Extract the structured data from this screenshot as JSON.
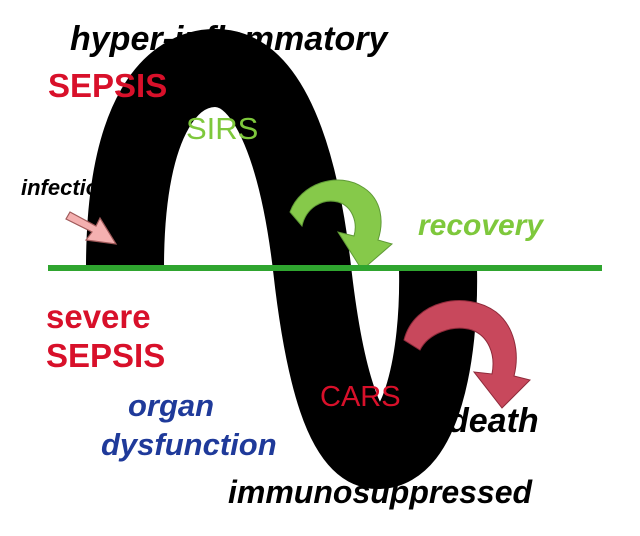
{
  "labels": {
    "hyper": "hyper-inflammatory",
    "sepsis": "SEPSIS",
    "sirs": "SIRS",
    "infection": "infection",
    "recovery": "recovery",
    "severe_line1": "severe",
    "severe_line2": "SEPSIS",
    "organ_line1": "organ",
    "organ_line2": "dysfunction",
    "cars": "CARS",
    "death": "death",
    "immuno": "immunosuppressed"
  },
  "colors": {
    "wave": "#000000",
    "baseline": "#2fa52f",
    "red_text": "#d8102a",
    "green_text": "#7ec83c",
    "blue_text": "#1f3a9a",
    "black_text": "#000000",
    "recovery_arrow": "#86c94a",
    "death_arrow": "#c8485c",
    "infection_arrow": "#f4b0b0"
  }
}
